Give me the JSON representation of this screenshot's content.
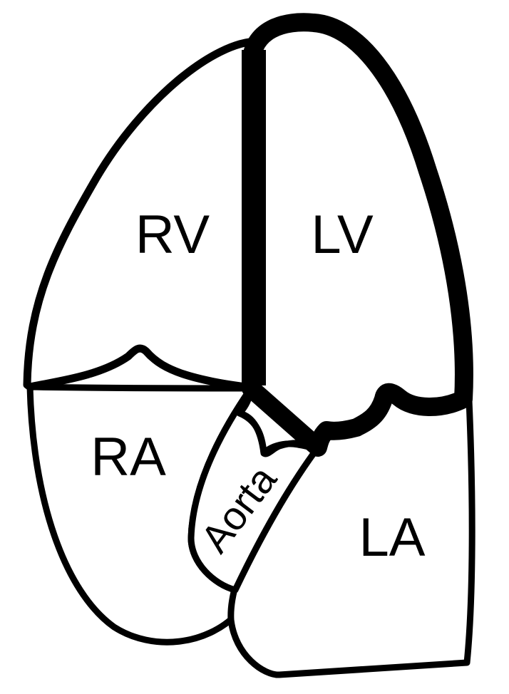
{
  "labels": {
    "rv": "RV",
    "lv": "LV",
    "ra": "RA",
    "la": "LA",
    "aorta": "Aorta"
  }
}
